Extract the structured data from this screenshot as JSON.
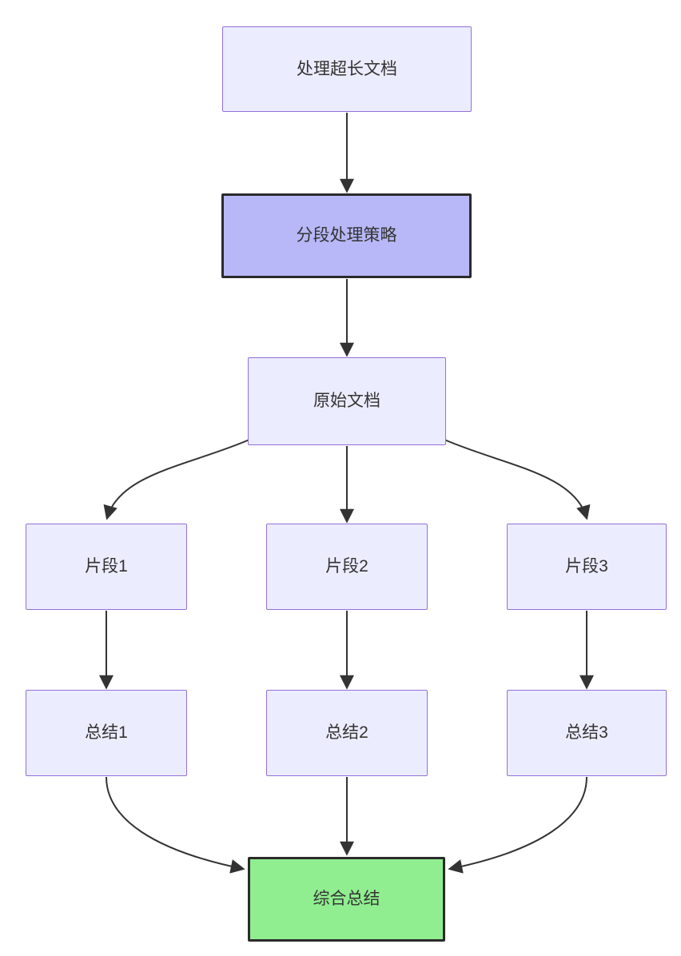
{
  "diagram": {
    "type": "flowchart",
    "direction": "top-down",
    "nodes": [
      {
        "id": "process-long-doc",
        "label": "处理超长文档",
        "style": "default"
      },
      {
        "id": "segmentation-strategy",
        "label": "分段处理策略",
        "style": "highlight"
      },
      {
        "id": "source-doc",
        "label": "原始文档",
        "style": "default"
      },
      {
        "id": "fragment-1",
        "label": "片段1",
        "style": "default"
      },
      {
        "id": "fragment-2",
        "label": "片段2",
        "style": "default"
      },
      {
        "id": "fragment-3",
        "label": "片段3",
        "style": "default"
      },
      {
        "id": "summary-1",
        "label": "总结1",
        "style": "default"
      },
      {
        "id": "summary-2",
        "label": "总结2",
        "style": "default"
      },
      {
        "id": "summary-3",
        "label": "总结3",
        "style": "default"
      },
      {
        "id": "final-summary",
        "label": "综合总结",
        "style": "success"
      }
    ],
    "edges": [
      {
        "from": "process-long-doc",
        "to": "segmentation-strategy"
      },
      {
        "from": "segmentation-strategy",
        "to": "source-doc"
      },
      {
        "from": "source-doc",
        "to": "fragment-1"
      },
      {
        "from": "source-doc",
        "to": "fragment-2"
      },
      {
        "from": "source-doc",
        "to": "fragment-3"
      },
      {
        "from": "fragment-1",
        "to": "summary-1"
      },
      {
        "from": "fragment-2",
        "to": "summary-2"
      },
      {
        "from": "fragment-3",
        "to": "summary-3"
      },
      {
        "from": "summary-1",
        "to": "final-summary"
      },
      {
        "from": "summary-2",
        "to": "final-summary"
      },
      {
        "from": "summary-3",
        "to": "final-summary"
      }
    ],
    "colors": {
      "node_fill": "#ECECFF",
      "node_border": "#9370DB",
      "highlight_fill": "#B8B8F8",
      "success_fill": "#90EE90",
      "dark_border": "#2B2B2B",
      "edge_color": "#333333",
      "text_color": "#333333",
      "background": "#FFFFFF"
    }
  }
}
